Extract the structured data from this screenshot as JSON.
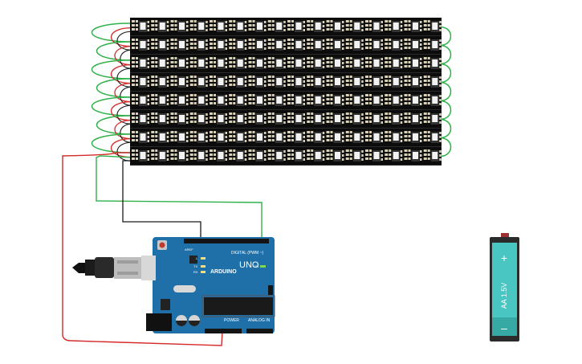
{
  "canvas": {
    "background": "#ffffff"
  },
  "led_matrix": {
    "rows": 8,
    "cols": 16,
    "strip_color": "#0c0c0c",
    "pad_color": "#d9d0b8",
    "led_color": "#f2f2f2"
  },
  "wires": {
    "data_color": "#2fb14a",
    "power_color": "#d42a2a",
    "ground_color": "#1a1a1a"
  },
  "arduino": {
    "board_color": "#1f6fa8",
    "brand_label": "ARDUINO",
    "model_label": "UNO",
    "digital_label": "DIGITAL (PWM ~)",
    "power_label": "POWER",
    "analog_label": "ANALOG IN",
    "on_label": "ON",
    "tx_label": "TX",
    "rx_label": "RX",
    "l_label": "L",
    "aref_label": "AREF"
  },
  "battery": {
    "body_color": "#4ac6c2",
    "case_color": "#2b2b2b",
    "label": "AA 1.5V",
    "plus": "+",
    "minus": "–"
  }
}
